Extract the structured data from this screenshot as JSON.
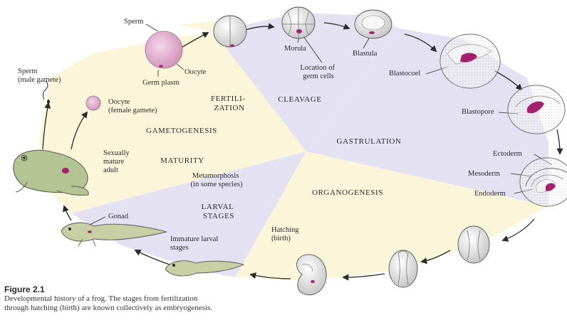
{
  "stages": {
    "fertilization": [
      "FERTILI-",
      "ZATION"
    ],
    "cleavage": "CLEAVAGE",
    "gametogenesis": "GAMETOGENESIS",
    "gastrulation": "GASTRULATION",
    "maturity": "MATURITY",
    "organogenesis": "ORGANOGENESIS",
    "larval": [
      "LARVAL",
      "STAGES"
    ]
  },
  "labels": {
    "sperm": "Sperm",
    "oocyte": "Oocyte",
    "germ_plasm": "Germ plasm",
    "sperm_male": [
      "Sperm",
      "(male gamete)"
    ],
    "oocyte_female": [
      "Oocyte",
      "(female gamete)"
    ],
    "morula": "Morula",
    "germ_cells": [
      "Location of",
      "germ cells"
    ],
    "blastula": "Blastula",
    "blastocoel": "Blastocoel",
    "blastopore": "Blastopore",
    "ectoderm": "Ectoderm",
    "mesoderm": "Mesoderm",
    "endoderm": "Endoderm",
    "adult": [
      "Sexually",
      "mature",
      "adult"
    ],
    "metamorphosis": [
      "Metamorphosis",
      "(in some species)"
    ],
    "gonad": "Gonad",
    "immature": [
      "Immature larval",
      "stages"
    ],
    "hatching": [
      "Hatching",
      "(birth)"
    ]
  },
  "caption": {
    "title": "Figure 2.1",
    "line1": "Developmental history of a frog. The stages from fertilization",
    "line2": "through hatching (birth) are known collectively as embryogenesis."
  },
  "colors": {
    "cream": "#fbf5d9",
    "lavender": "#e4e1f2",
    "purple_mark": "#a5216d",
    "egg_pink": "#e7b3d6",
    "frog_green": "#b4c493"
  }
}
